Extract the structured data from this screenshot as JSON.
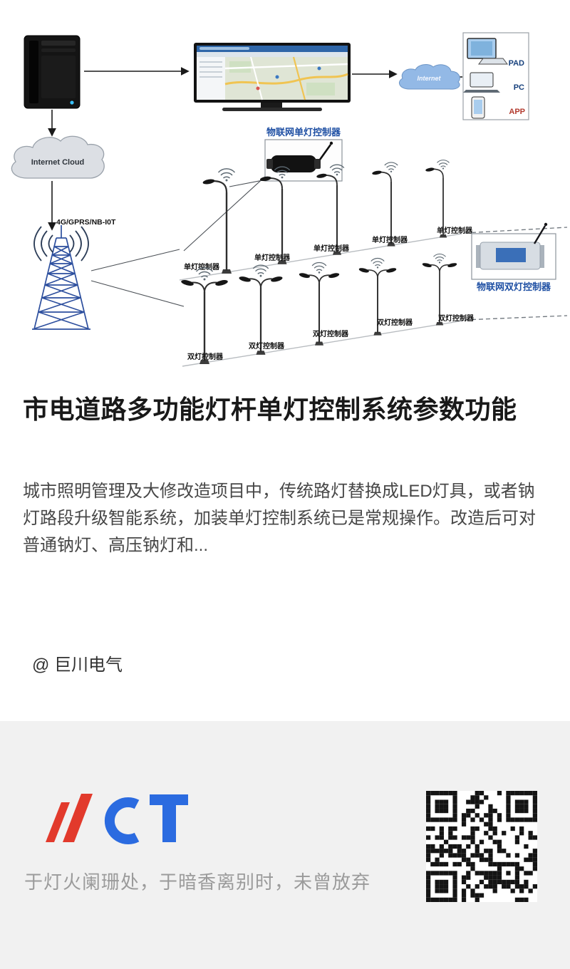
{
  "colors": {
    "accent_blue": "#1e4fa3",
    "logo_red": "#e23a2c",
    "logo_blue": "#2b6be0",
    "footer_bg": "#f1f1f1"
  },
  "diagram": {
    "cloud_label": "Internet Cloud",
    "network_label": "4G/GPRS/NB-I0T",
    "internet_label": "Internet",
    "single_controller_title": "物联网单灯控制器",
    "dual_controller_title": "物联网双灯控制器",
    "single_lamp_label": "单灯控制器",
    "dual_lamp_label": "双灯控制器",
    "devices": {
      "pad": "PAD",
      "pc": "PC",
      "app": "APP"
    }
  },
  "article": {
    "title": "市电道路多功能灯杆单灯控制系统参数功能",
    "body": "城市照明管理及大修改造项目中，传统路灯替换成LED灯具，或者钠灯路段升级智能系统，加装单灯控制系统已是常规操作。改造后可对普通钠灯、高压钠灯和...",
    "author": "@ 巨川电气"
  },
  "footer": {
    "tagline": "于灯火阑珊处，于暗香离别时，未曾放弃"
  }
}
